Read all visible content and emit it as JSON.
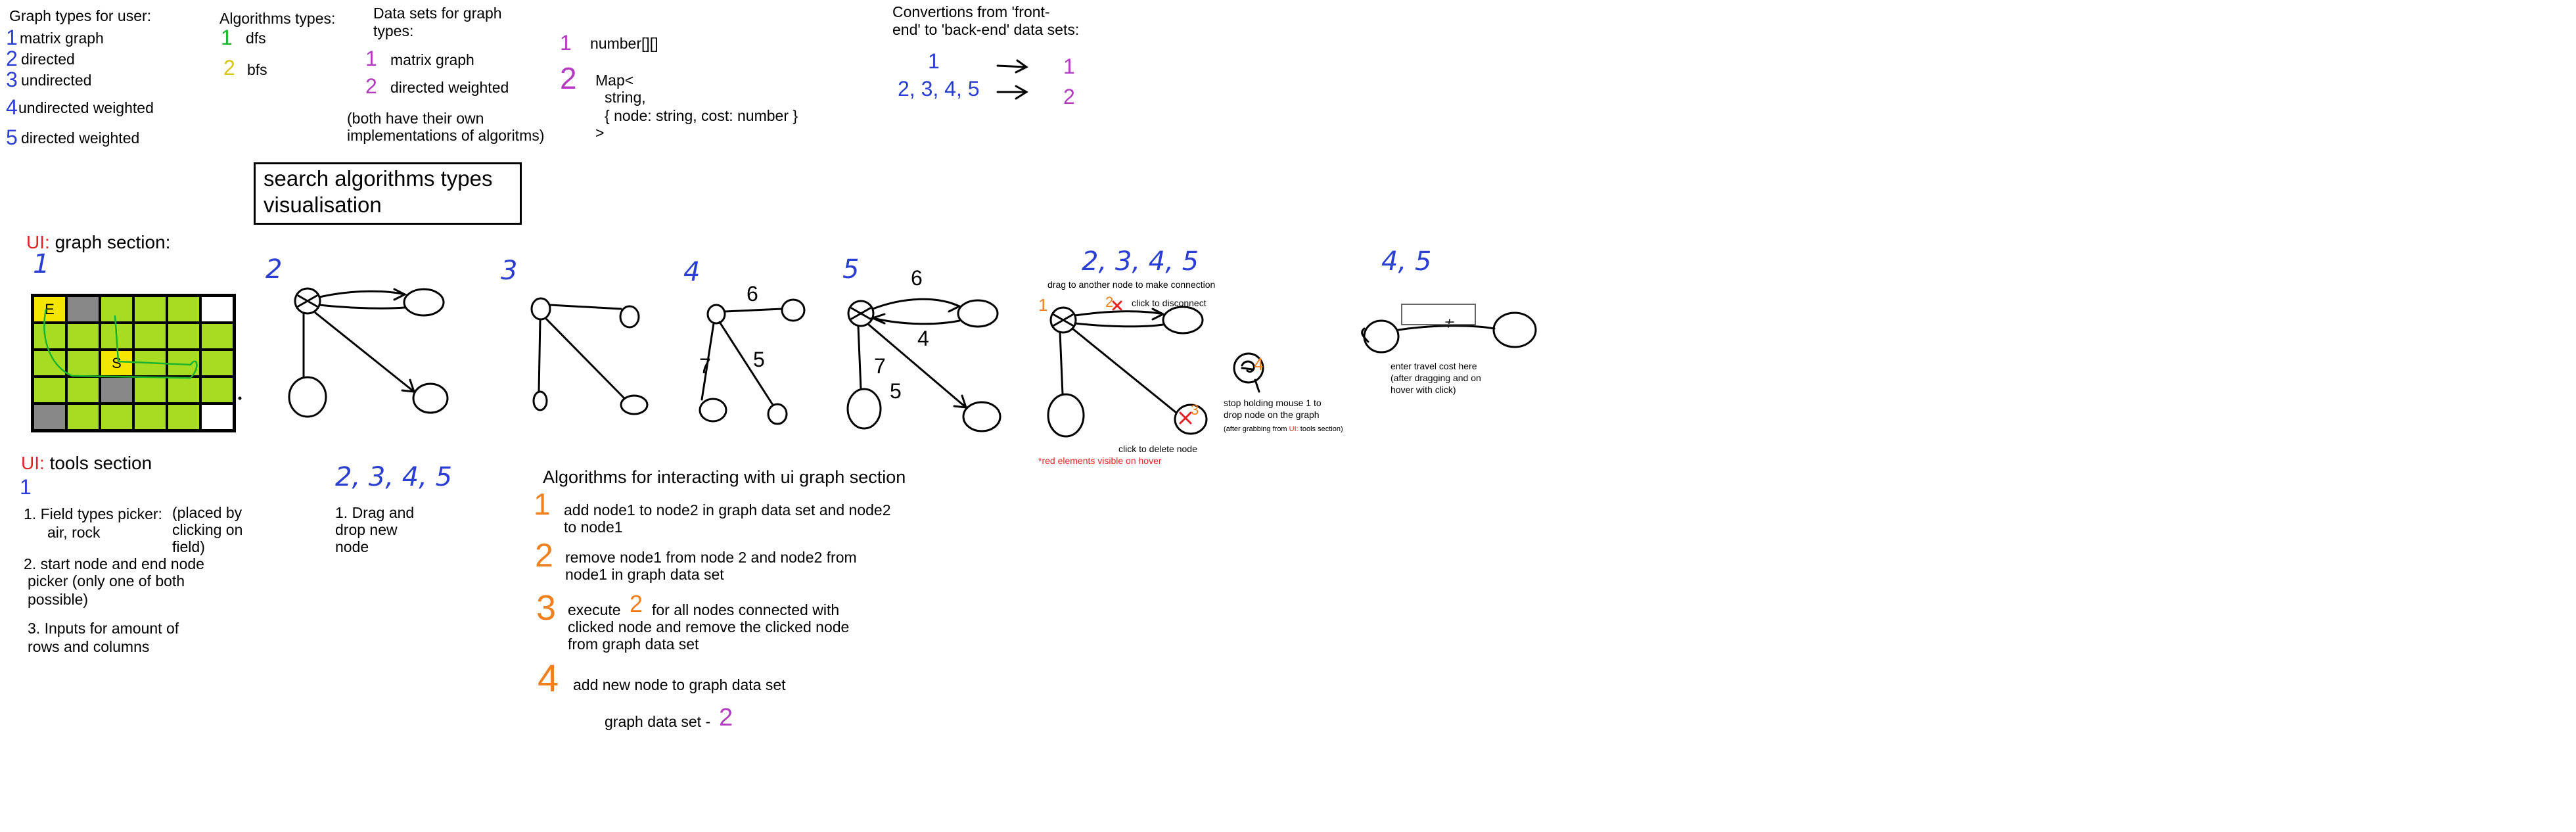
{
  "graph_types": {
    "heading": "Graph types for user:",
    "items": [
      {
        "num": "1",
        "label": "matrix graph"
      },
      {
        "num": "2",
        "label": "directed"
      },
      {
        "num": "3",
        "label": "undirected"
      },
      {
        "num": "4",
        "label": "undirected weighted"
      },
      {
        "num": "5",
        "label": "directed weighted"
      }
    ]
  },
  "algorithms": {
    "heading": "Algorithms types:",
    "items": [
      {
        "num": "1",
        "label": "dfs"
      },
      {
        "num": "2",
        "label": "bfs"
      }
    ]
  },
  "data_sets": {
    "heading_line1": "Data sets for graph",
    "heading_line2": "types:",
    "items": [
      {
        "num": "1",
        "label": "matrix graph"
      },
      {
        "num": "2",
        "label": "directed weighted"
      }
    ],
    "note_line1": "(both have their own",
    "note_line2": "implementations of algoritms)"
  },
  "data_types": {
    "num1": "1",
    "type1": "number[][]",
    "num2": "2",
    "type2_line1": "Map<",
    "type2_line2": "string,",
    "type2_line3": "{ node: string, cost: number }",
    "type2_line4": ">"
  },
  "conversions": {
    "heading_line1": "Convertions from 'front-",
    "heading_line2": "end' to 'back-end' data sets:",
    "from1": "1",
    "from2": "2, 3, 4, 5",
    "to1": "1",
    "to2": "2"
  },
  "title": {
    "line1": "search algorithms types",
    "line2": "visualisation"
  },
  "ui_graph": {
    "ui_word": "UI:",
    "label": "graph section:",
    "num1": "1",
    "num2": "2",
    "num3": "3",
    "num4": "4",
    "num5": "5",
    "num_combo": "2, 3, 4, 5",
    "num_weighted": "4, 5",
    "cell_end": "E",
    "cell_start": "S",
    "w4_top": "6",
    "w4_left": "7",
    "w4_mid": "5",
    "w5_top": "6",
    "w5_mid1": "4",
    "w5_left": "7",
    "w5_mid2": "5",
    "drag_connect": "drag to another node to make connection",
    "click_disconnect": "click to disconnect",
    "marker1": "1",
    "marker2": "2",
    "marker3": "3",
    "marker4": "4",
    "click_delete": "click to delete node",
    "red_note": "*red elements visible on hover",
    "stop_holding_line1": "stop holding mouse 1 to",
    "stop_holding_line2": "drop node on the graph",
    "grab_note_pre": "(after grabbing from",
    "grab_note_ui": "UI:",
    "grab_note_post": "tools section)",
    "travel_line1": "enter travel cost here",
    "travel_line2": "(after dragging and on",
    "travel_line3": "hover with click)"
  },
  "ui_tools": {
    "ui_word": "UI:",
    "label": "tools section",
    "num1": "1",
    "item1_line1": "1. Field types picker:",
    "item1_line2": "air, rock",
    "placed_line1": "(placed by",
    "placed_line2": "clicking on",
    "placed_line3": "field)",
    "item2_line1": "2. start node and end node",
    "item2_line2": "picker (only one of both",
    "item2_line3": "possible)",
    "item3_line1": "3. Inputs for amount of",
    "item3_line2": "rows and columns",
    "num_combo": "2, 3, 4, 5",
    "drag_line1": "1. Drag and",
    "drag_line2": "drop new",
    "drag_line3": "node"
  },
  "interaction_algorithms": {
    "heading": "Algorithms for interacting with ui graph section",
    "items": [
      {
        "num": "1",
        "line1": "add node1 to node2 in graph data set and node2",
        "line2": "to node1"
      },
      {
        "num": "2",
        "line1": "remove node1 from node 2 and node2 from",
        "line2": "node1 in graph data set"
      },
      {
        "num": "3",
        "pre": "execute",
        "ref": "2",
        "line1": "for all nodes connected with",
        "line2": "clicked node and remove the clicked node",
        "line3": "from graph data set"
      },
      {
        "num": "4",
        "line1": "add new node to graph data set"
      }
    ],
    "dataset_label": "graph data set -",
    "dataset_num": "2"
  },
  "colors": {
    "blue": "#2a3fd1",
    "purple": "#b23bbf",
    "orange": "#f07f1c",
    "green": "#1bb32d",
    "yellow": "#d6c61a",
    "red": "#e52222",
    "air": "#a8dc22",
    "rock": "#888888",
    "marker": "#f4e600"
  }
}
